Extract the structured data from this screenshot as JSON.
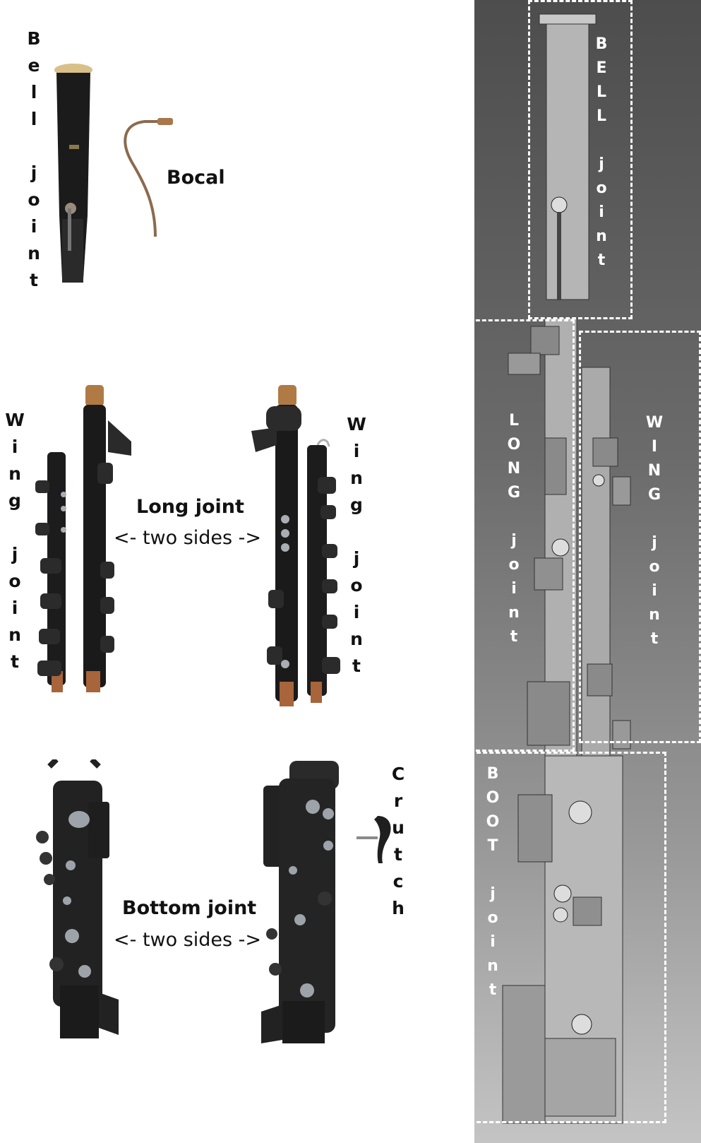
{
  "photos": {
    "bell_label": [
      "B",
      "e",
      "l",
      "l",
      "",
      "j",
      "o",
      "i",
      "n",
      "t"
    ],
    "bocal_label": "Bocal",
    "wing_left_label": [
      "W",
      "i",
      "n",
      "g",
      "",
      "j",
      "o",
      "i",
      "n",
      "t"
    ],
    "wing_right_label": [
      "W",
      "i",
      "n",
      "g",
      "",
      "j",
      "o",
      "i",
      "n",
      "t"
    ],
    "long_joint_label": "Long joint",
    "long_two_sides": "<- two sides ->",
    "bottom_joint_label": "Bottom joint",
    "bottom_two_sides": "<- two sides ->",
    "crutch_label": [
      "C",
      "r",
      "u",
      "t",
      "c",
      "h"
    ]
  },
  "cad": {
    "bell_label": [
      "B",
      "E",
      "L",
      "L",
      "",
      "j",
      "o",
      "i",
      "n",
      "t"
    ],
    "long_label": [
      "L",
      "O",
      "N",
      "G",
      "",
      "j",
      "o",
      "i",
      "n",
      "t"
    ],
    "wing_label": [
      "W",
      "I",
      "N",
      "G",
      "",
      "j",
      "o",
      "i",
      "n",
      "t"
    ],
    "boot_label": [
      "B",
      "O",
      "O",
      "T",
      "",
      "j",
      "o",
      "i",
      "n",
      "t"
    ]
  },
  "colors": {
    "instrument_body": "#1e1e1e",
    "cork": "#b07a45",
    "cad_background": "#6b6b6b",
    "cad_part": "#b5b5b5"
  }
}
